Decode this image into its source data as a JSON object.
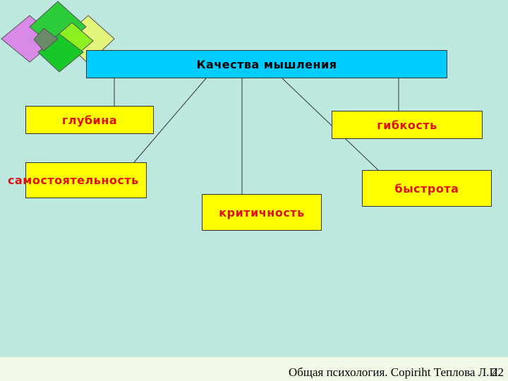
{
  "diagram": {
    "title": "Качества мышления",
    "nodes": {
      "depth": "глубина",
      "independence": "самостоятельность",
      "criticality": "критичность",
      "flexibility": "гибкость",
      "speed": "быстрота"
    }
  },
  "footer": {
    "text": "Общая психология. Copiriht Теплова Л.И.",
    "page_number": "22"
  },
  "colors": {
    "background": "#bde8df",
    "title_fill": "#00ccff",
    "node_fill": "#ffff00",
    "node_text": "#e01010"
  }
}
